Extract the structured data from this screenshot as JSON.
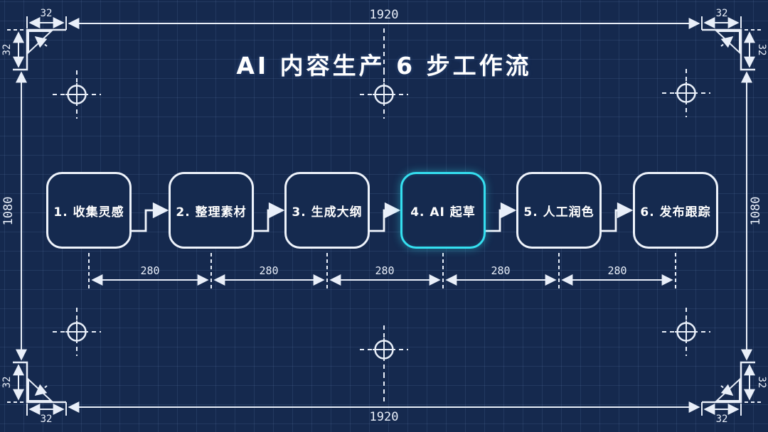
{
  "title": "AI 内容生产 6 步工作流",
  "colors": {
    "background": "#15294e",
    "line": "#e9eff9",
    "accent": "#35dff0"
  },
  "flow": {
    "steps": [
      {
        "label": "1. 收集灵感"
      },
      {
        "label": "2. 整理素材"
      },
      {
        "label": "3. 生成大纲"
      },
      {
        "label": "4. AI 起草",
        "highlighted": true
      },
      {
        "label": "5. 人工润色"
      },
      {
        "label": "6. 发布跟踪"
      }
    ]
  },
  "dimensions": {
    "canvas_width": "1920",
    "canvas_height": "1080",
    "corner_margin": "32",
    "step_gap": "280"
  }
}
